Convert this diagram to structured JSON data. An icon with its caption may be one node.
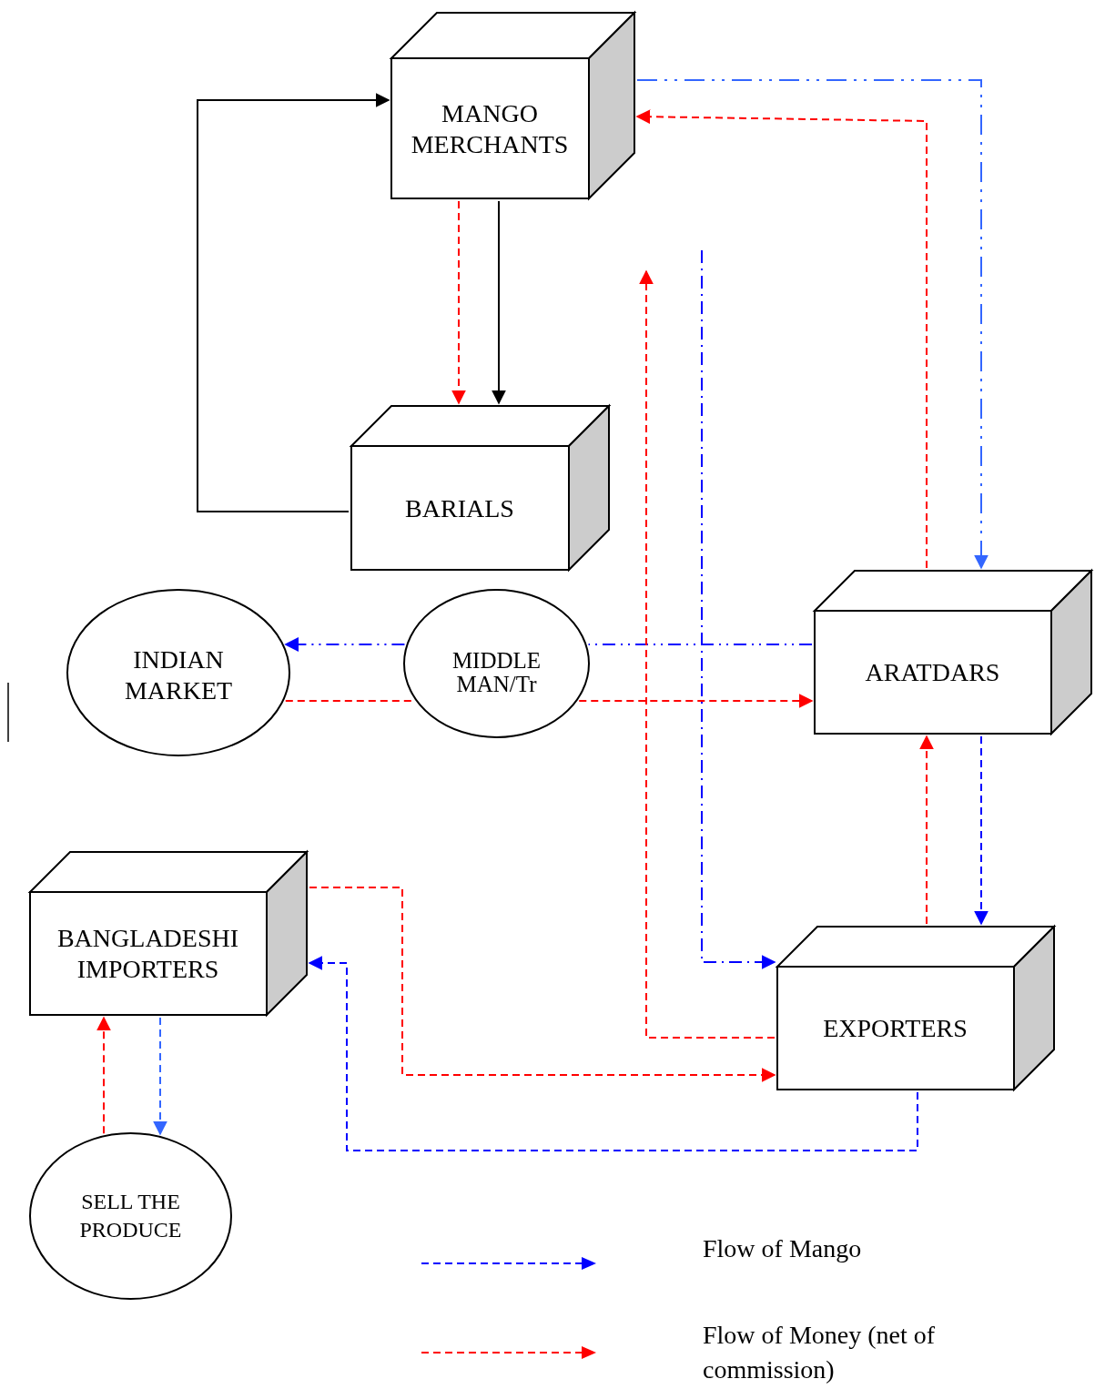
{
  "diagram": {
    "nodes": [
      {
        "text": [
          "MANGO MERCHANTS"
        ]
      },
      {
        "text": [
          "BARIALS"
        ]
      },
      {
        "text": [
          "INDIAN MARKET"
        ]
      },
      {
        "text": [
          "MIDDLE MAN/Tr"
        ]
      },
      {
        "text": [
          "ARATDARS"
        ]
      },
      {
        "text": [
          "BANGLADESHI IMPORTERS"
        ]
      },
      {
        "text": [
          "EXPORTERS"
        ]
      },
      {
        "text": [
          "SELL THE PRODUCE"
        ]
      }
    ],
    "edges": [
      {
        "from": 0,
        "to": 1,
        "arrow": "to",
        "color": "#000000"
      },
      {
        "from": 0,
        "to": 1,
        "arrow": "to",
        "style": "dashed",
        "color": "#ff0000"
      },
      {
        "from": 1,
        "to": 0,
        "arrow": "to",
        "color": "#000000"
      },
      {
        "from": 0,
        "to": 4,
        "arrow": "to",
        "style": "dashed",
        "color": "#3366ff"
      },
      {
        "from": 4,
        "to": 0,
        "arrow": "to",
        "style": "dashed",
        "color": "#ff0000"
      },
      {
        "from": 4,
        "to": 3,
        "arrow": "none",
        "style": "dashed",
        "color": "#0000ff"
      },
      {
        "from": 3,
        "to": 2,
        "arrow": "to",
        "style": "dashed",
        "color": "#0000ff"
      },
      {
        "from": 2,
        "to": 3,
        "arrow": "none",
        "style": "dashed",
        "color": "#ff0000"
      },
      {
        "from": 3,
        "to": 4,
        "arrow": "to",
        "style": "dashed",
        "color": "#ff0000"
      },
      {
        "from": null,
        "to": 6,
        "arrow": "to",
        "style": "dashed",
        "color": "#0000ff"
      },
      {
        "from": 6,
        "to": null,
        "arrow": "to",
        "style": "dashed",
        "color": "#ff0000"
      },
      {
        "from": 4,
        "to": 6,
        "arrow": "to",
        "style": "dashed",
        "color": "#0000ff"
      },
      {
        "from": 6,
        "to": 4,
        "arrow": "to",
        "style": "dashed",
        "color": "#ff0000"
      },
      {
        "from": 5,
        "to": 6,
        "arrow": "to",
        "style": "dashed",
        "color": "#ff0000"
      },
      {
        "from": 6,
        "to": 5,
        "arrow": "to",
        "style": "dashed",
        "color": "#0000ff"
      },
      {
        "from": 5,
        "to": 7,
        "arrow": "to",
        "style": "dashed",
        "color": "#3366ff"
      },
      {
        "from": 7,
        "to": 5,
        "arrow": "to",
        "style": "dashed",
        "color": "#ff0000"
      }
    ],
    "legend": [
      {
        "text": "Flow of Mango",
        "color": "#0000ff"
      },
      {
        "text": "Flow of Money (net of commission)",
        "color": "#ff0000"
      }
    ]
  }
}
